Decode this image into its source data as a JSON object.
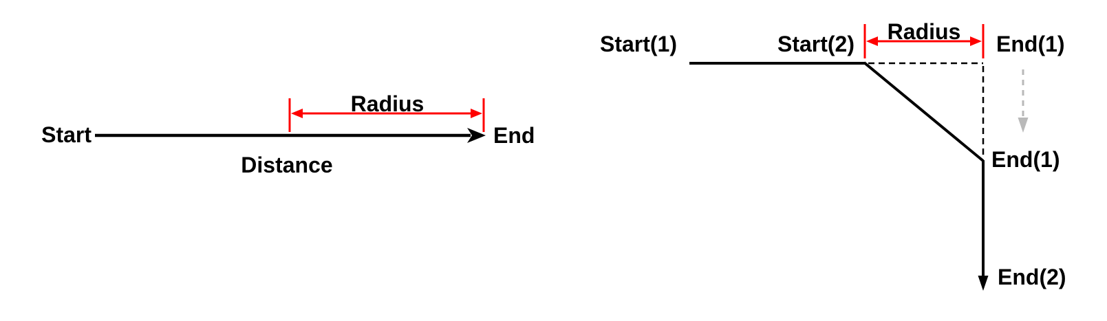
{
  "colors": {
    "background": "#FFFFFF",
    "line_black": "#000000",
    "dimension_red": "#FF0000",
    "ghost_gray": "#A6A6A6",
    "ghost_arrow_gray": "#B9B9B9"
  },
  "left_diagram": {
    "start_label": "Start",
    "end_label": "End",
    "distance_label": "Distance",
    "radius_label": "Radius"
  },
  "right_diagram": {
    "start1_label": "Start(1)",
    "start2_label": "Start(2)",
    "radius_label": "Radius",
    "ghost_end1_label": "End(1)",
    "end1_label": "End(1)",
    "end2_label": "End(2)"
  }
}
